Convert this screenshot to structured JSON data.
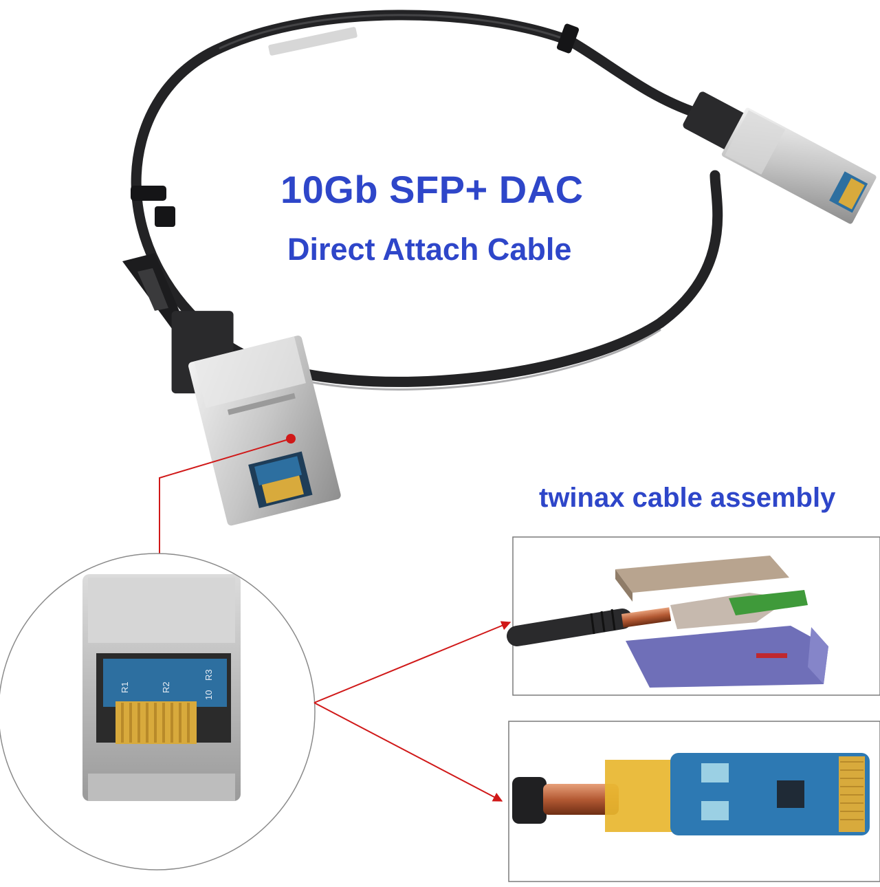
{
  "labels": {
    "title": "10Gb SFP+ DAC",
    "subtitle": "Direct Attach Cable",
    "assembly_heading": "twinax cable assembly"
  },
  "pcb_silkscreen": [
    "R1",
    "R2",
    "R3",
    "10"
  ],
  "colors": {
    "text_blue": "#2e46c9",
    "callout_red": "#d01818",
    "cable_black": "#2a2a2c",
    "metal_silver": "#c9c9c9",
    "pcb_blue": "#2d6fa0",
    "gold_contacts": "#d8aa3c"
  }
}
